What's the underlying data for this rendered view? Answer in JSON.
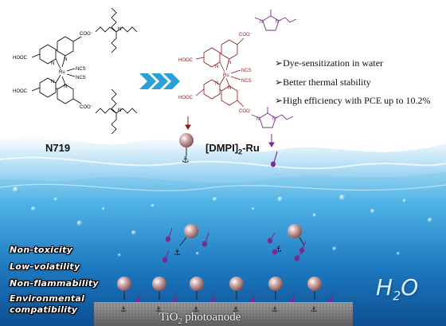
{
  "left_dye": {
    "name": "N719",
    "groups": [
      "COO⁻",
      "HOOC",
      "HOOC",
      "COO⁻",
      "Ru",
      "NCS",
      "NCS",
      "N",
      "N",
      "N",
      "N",
      "N⁺",
      "N⁺"
    ]
  },
  "right_dye": {
    "name_prefix": "[DMPI]",
    "name_sub": "2",
    "name_suffix": "-Ru",
    "groups": [
      "COO⁻",
      "HOOC",
      "HOOC",
      "COO⁻",
      "Ru",
      "NCS",
      "NCS",
      "N",
      "N",
      "N",
      "N",
      "N",
      "N⁺",
      "N",
      "N⁺"
    ]
  },
  "features": [
    "Dye-sensitization in water",
    "Better thermal stability",
    "High efficiency with PCE up to 10.2%"
  ],
  "properties": [
    "Non-toxicity",
    "Low-volatility",
    "Non-flammability",
    "Environmental",
    "compatibility"
  ],
  "photoanode": {
    "prefix": "TiO",
    "sub": "2",
    "suffix": " photoanode"
  },
  "water": {
    "main": "H",
    "sub": "2",
    "end": "O"
  },
  "colors": {
    "arrow": "#2a9fd8",
    "cation": "#7a2a8a",
    "ruthenium_complex": "#8b1a1a",
    "water": "#5ab3e3",
    "substrate": "#7a7a7a",
    "sphere": "#a87f80"
  },
  "icons": [
    "chevron-arrow-icon",
    "sphere-dye-icon",
    "anchor-icon",
    "imidazolium-tail-icon",
    "bubble-icon"
  ]
}
